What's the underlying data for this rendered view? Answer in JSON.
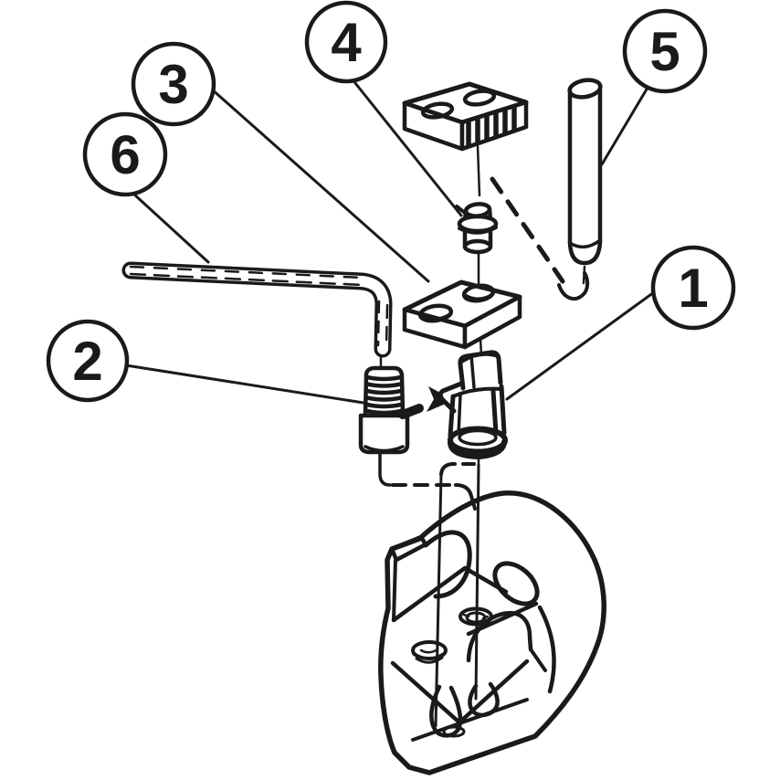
{
  "diagram": {
    "type": "exploded-assembly-diagram",
    "background_color": "#ffffff",
    "line_color": "#1a1a1a",
    "callouts": [
      {
        "label": "1",
        "points_to": "insert-cartridge"
      },
      {
        "label": "2",
        "points_to": "spring-plug"
      },
      {
        "label": "3",
        "points_to": "shim-plate"
      },
      {
        "label": "4",
        "points_to": "clamp-screw"
      },
      {
        "label": "5",
        "points_to": "dowel-pin"
      },
      {
        "label": "6",
        "points_to": "hex-key"
      }
    ],
    "parts_depicted": [
      "serrated-clamp-block",
      "clamp-screw",
      "dowel-pin",
      "shim-plate",
      "hex-key",
      "spring-plug",
      "insert-cartridge",
      "insertion-arrow",
      "cutter-body"
    ]
  }
}
